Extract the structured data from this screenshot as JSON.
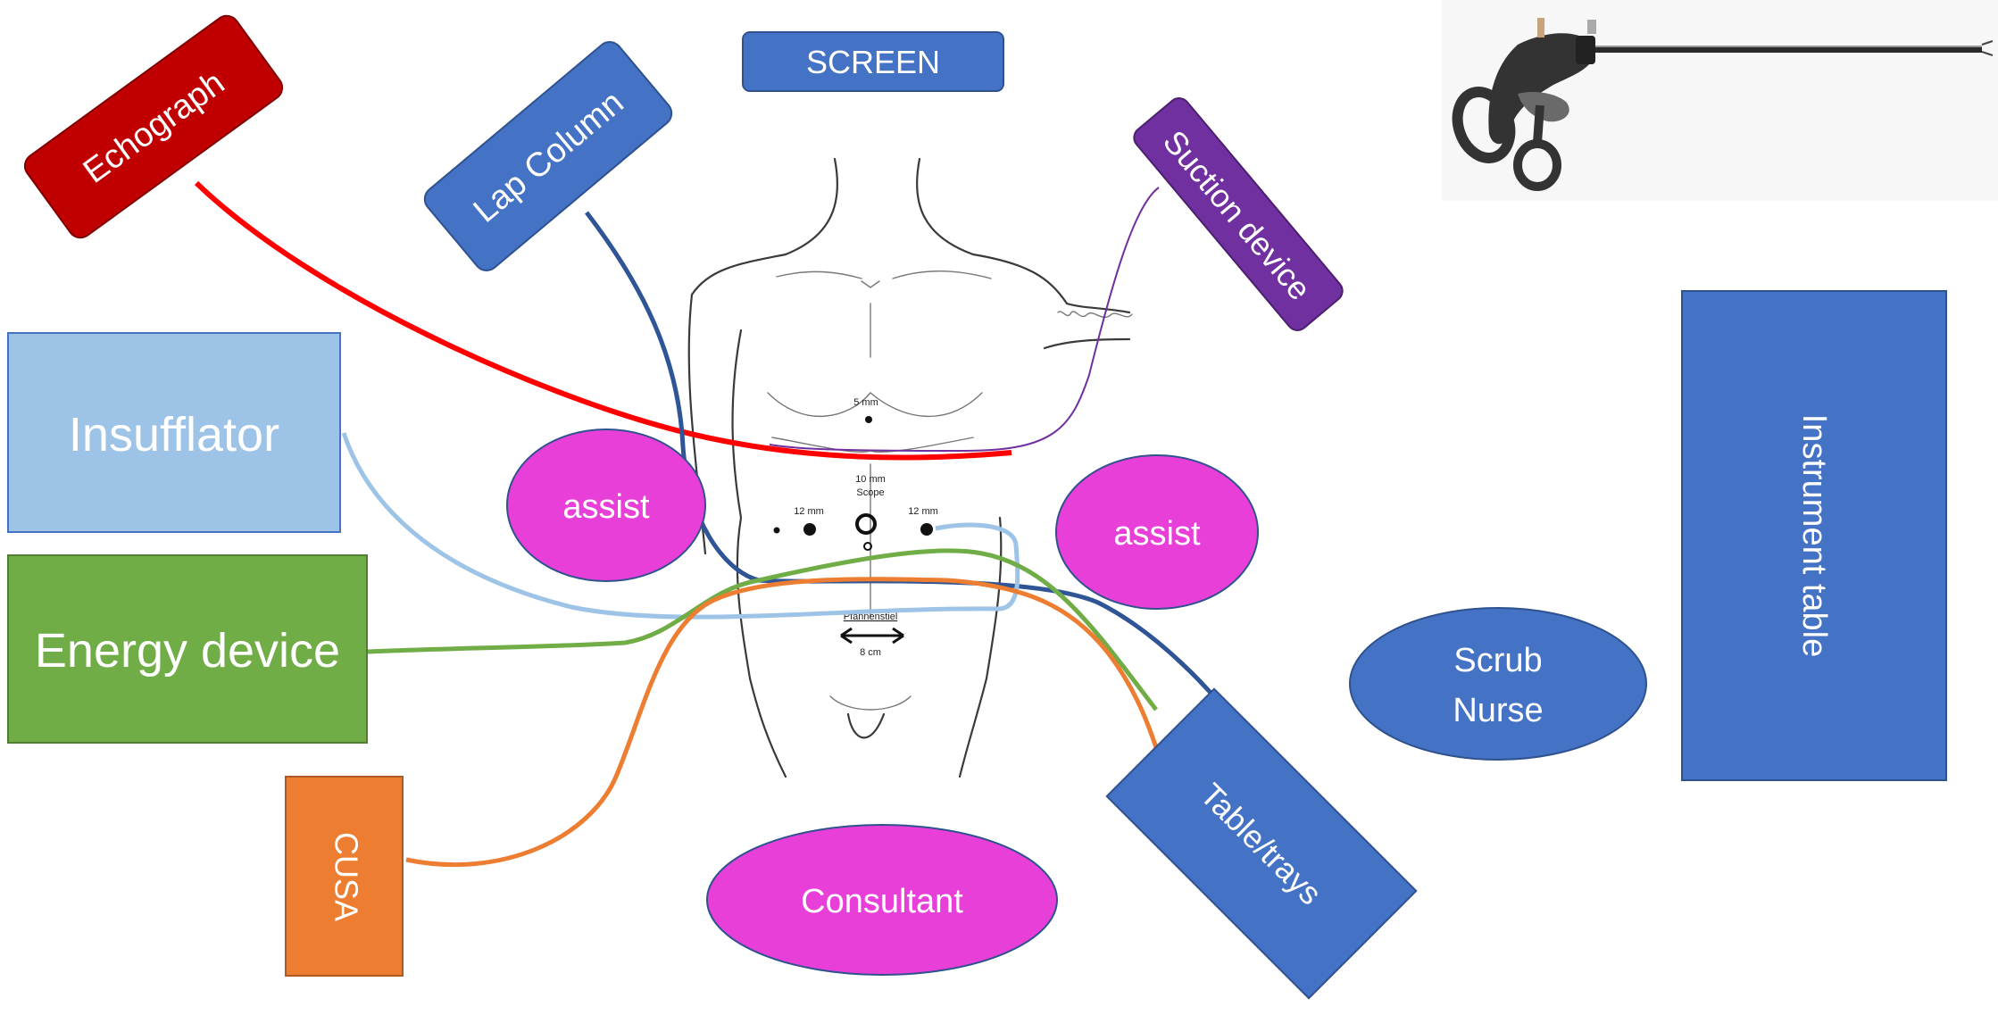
{
  "devices": {
    "screen": "SCREEN",
    "echograph": "Echograph",
    "lap_column": "Lap Column",
    "suction_device": "Suction device",
    "insufflator": "Insufflator",
    "energy_device": "Energy device",
    "cusa": "CUSA",
    "table_trays": "Table/trays",
    "instrument_table": "Instrument table"
  },
  "staff": {
    "assist_left": "assist",
    "assist_right": "assist",
    "consultant": "Consultant",
    "scrub_nurse_line1": "Scrub",
    "scrub_nurse_line2": "Nurse"
  },
  "ports": {
    "port_5mm": "5 mm",
    "scope_line1": "10 mm",
    "scope_line2": "Scope",
    "port_12mm_left": "12 mm",
    "port_12mm_right": "12 mm",
    "pfannenstiel": "Pfannenstiel",
    "incision_length": "8 cm"
  },
  "colors": {
    "device_blue": "#4472C4",
    "echograph_red": "#C00000",
    "suction_purple": "#7030A0",
    "insufflator_lightblue": "#9DC3E6",
    "energy_green": "#70AD47",
    "cusa_orange": "#ED7D31",
    "staff_magenta": "#E83FD9",
    "cable_red": "#FF0000",
    "cable_navy": "#2F5597"
  }
}
